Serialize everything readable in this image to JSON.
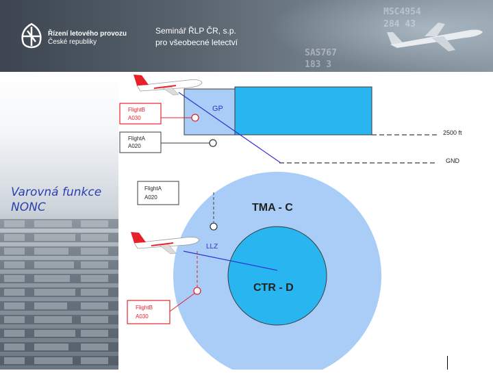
{
  "header": {
    "org_line1": "Řízení letového provozu",
    "org_line2": "České republiky",
    "seminar_line1": "Seminář ŘLP ČR, s.p.",
    "seminar_line2": "pro všeobecné letectví",
    "radar_labels": [
      "MSC4954",
      "284 43",
      "SAS767",
      "183 3"
    ]
  },
  "sidebar": {
    "title_line1": "Varovná funkce",
    "title_line2": "NONC"
  },
  "diagram": {
    "flight_b_top": [
      "FlightB",
      "A030"
    ],
    "flight_a_top": [
      "FlightA",
      "A020"
    ],
    "flight_a_mid": [
      "FlightA",
      "A020"
    ],
    "flight_b_bottom": [
      "FlightB",
      "A030"
    ],
    "gp_label": "GP",
    "alt_label": "2500 ft",
    "gnd_label": "GND",
    "tma_label": "TMA - C",
    "llz_label": "LLZ",
    "ctr_label": "CTR - D"
  },
  "colors": {
    "light_blue": "#a9cdf7",
    "cyan": "#29b6f0",
    "red": "#e8202a",
    "line_blue": "#3030d0"
  }
}
